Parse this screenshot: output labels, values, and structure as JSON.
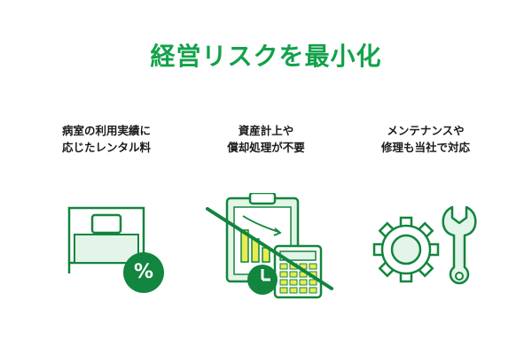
{
  "title": "経営リスクを最小化",
  "colors": {
    "brand_green": "#12a24a",
    "dark_green": "#12853e",
    "light_green": "#e3f4e8",
    "highlight_yellow": "#e7ec52"
  },
  "items": [
    {
      "caption_line1": "病室の利用実績に",
      "caption_line2": "応じたレンタル料",
      "icon": "bed-icon",
      "badge": "%"
    },
    {
      "caption_line1": "資産計上や",
      "caption_line2": "償却処理が不要",
      "icon": "crossed-out-accounting-icon"
    },
    {
      "caption_line1": "メンテナンスや",
      "caption_line2": "修理も当社で対応",
      "icon": "gear-wrench-icon"
    }
  ]
}
